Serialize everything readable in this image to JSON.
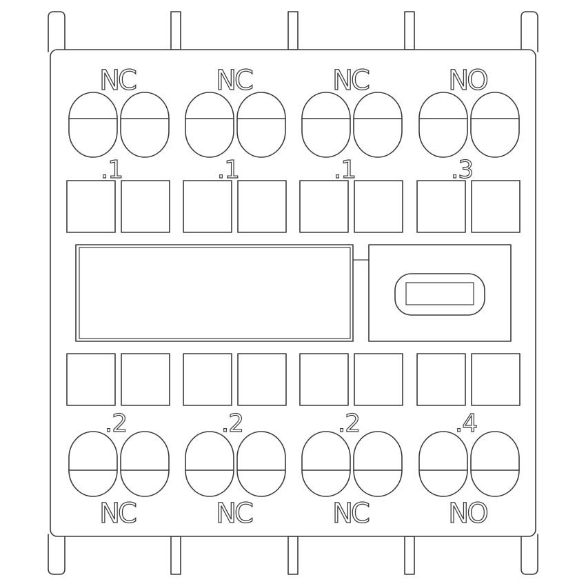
{
  "top": {
    "groups": [
      {
        "contact_type": "NC",
        "terminal_label": ".1"
      },
      {
        "contact_type": "NC",
        "terminal_label": ".1"
      },
      {
        "contact_type": "NC",
        "terminal_label": ".1"
      },
      {
        "contact_type": "NO",
        "terminal_label": ".3"
      }
    ]
  },
  "bottom": {
    "groups": [
      {
        "contact_type": "NC",
        "terminal_label": ".2"
      },
      {
        "contact_type": "NC",
        "terminal_label": ".2"
      },
      {
        "contact_type": "NC",
        "terminal_label": ".2"
      },
      {
        "contact_type": "NO",
        "terminal_label": ".4"
      }
    ]
  }
}
